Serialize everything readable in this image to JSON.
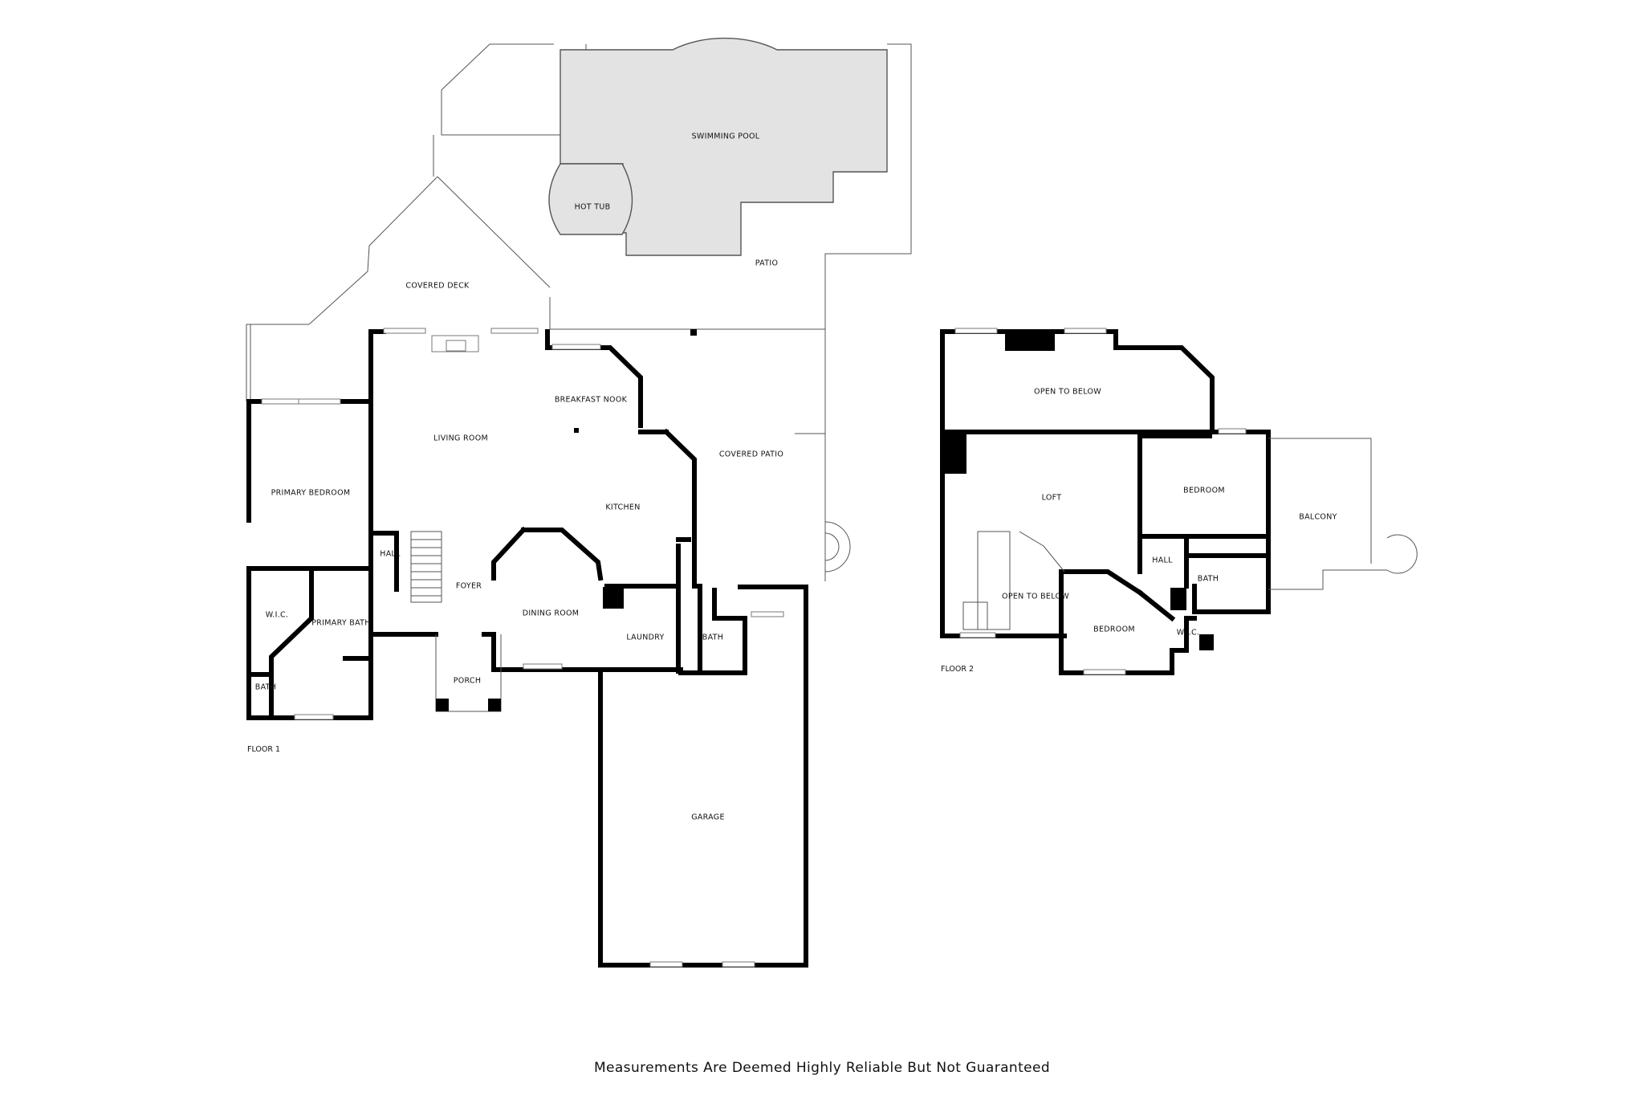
{
  "floors": [
    {
      "label": "FLOOR 1"
    },
    {
      "label": "FLOOR 2"
    }
  ],
  "rooms": {
    "swimming_pool": "SWIMMING POOL",
    "hot_tub": "HOT TUB",
    "patio": "PATIO",
    "covered_deck": "COVERED DECK",
    "breakfast_nook": "BREAKFAST NOOK",
    "living_room": "LIVING ROOM",
    "covered_patio": "COVERED PATIO",
    "primary_bedroom": "PRIMARY BEDROOM",
    "kitchen": "KITCHEN",
    "hall_f1": "HALL",
    "foyer": "FOYER",
    "dining_room": "DINING ROOM",
    "wic_f1": "W.I.C.",
    "primary_bath": "PRIMARY BATH",
    "laundry": "LAUNDRY",
    "bath_f1_a": "BATH",
    "bath_f1_b": "BATH",
    "porch": "PORCH",
    "garage": "GARAGE",
    "open_to_below_a": "OPEN TO BELOW",
    "loft": "LOFT",
    "bedroom_a": "BEDROOM",
    "balcony": "BALCONY",
    "hall_f2": "HALL",
    "bath_f2": "BATH",
    "open_to_below_b": "OPEN TO BELOW",
    "bedroom_b": "BEDROOM",
    "wic_f2": "W.I.C."
  },
  "disclaimer": "Measurements Are Deemed Highly Reliable But Not Guaranteed"
}
